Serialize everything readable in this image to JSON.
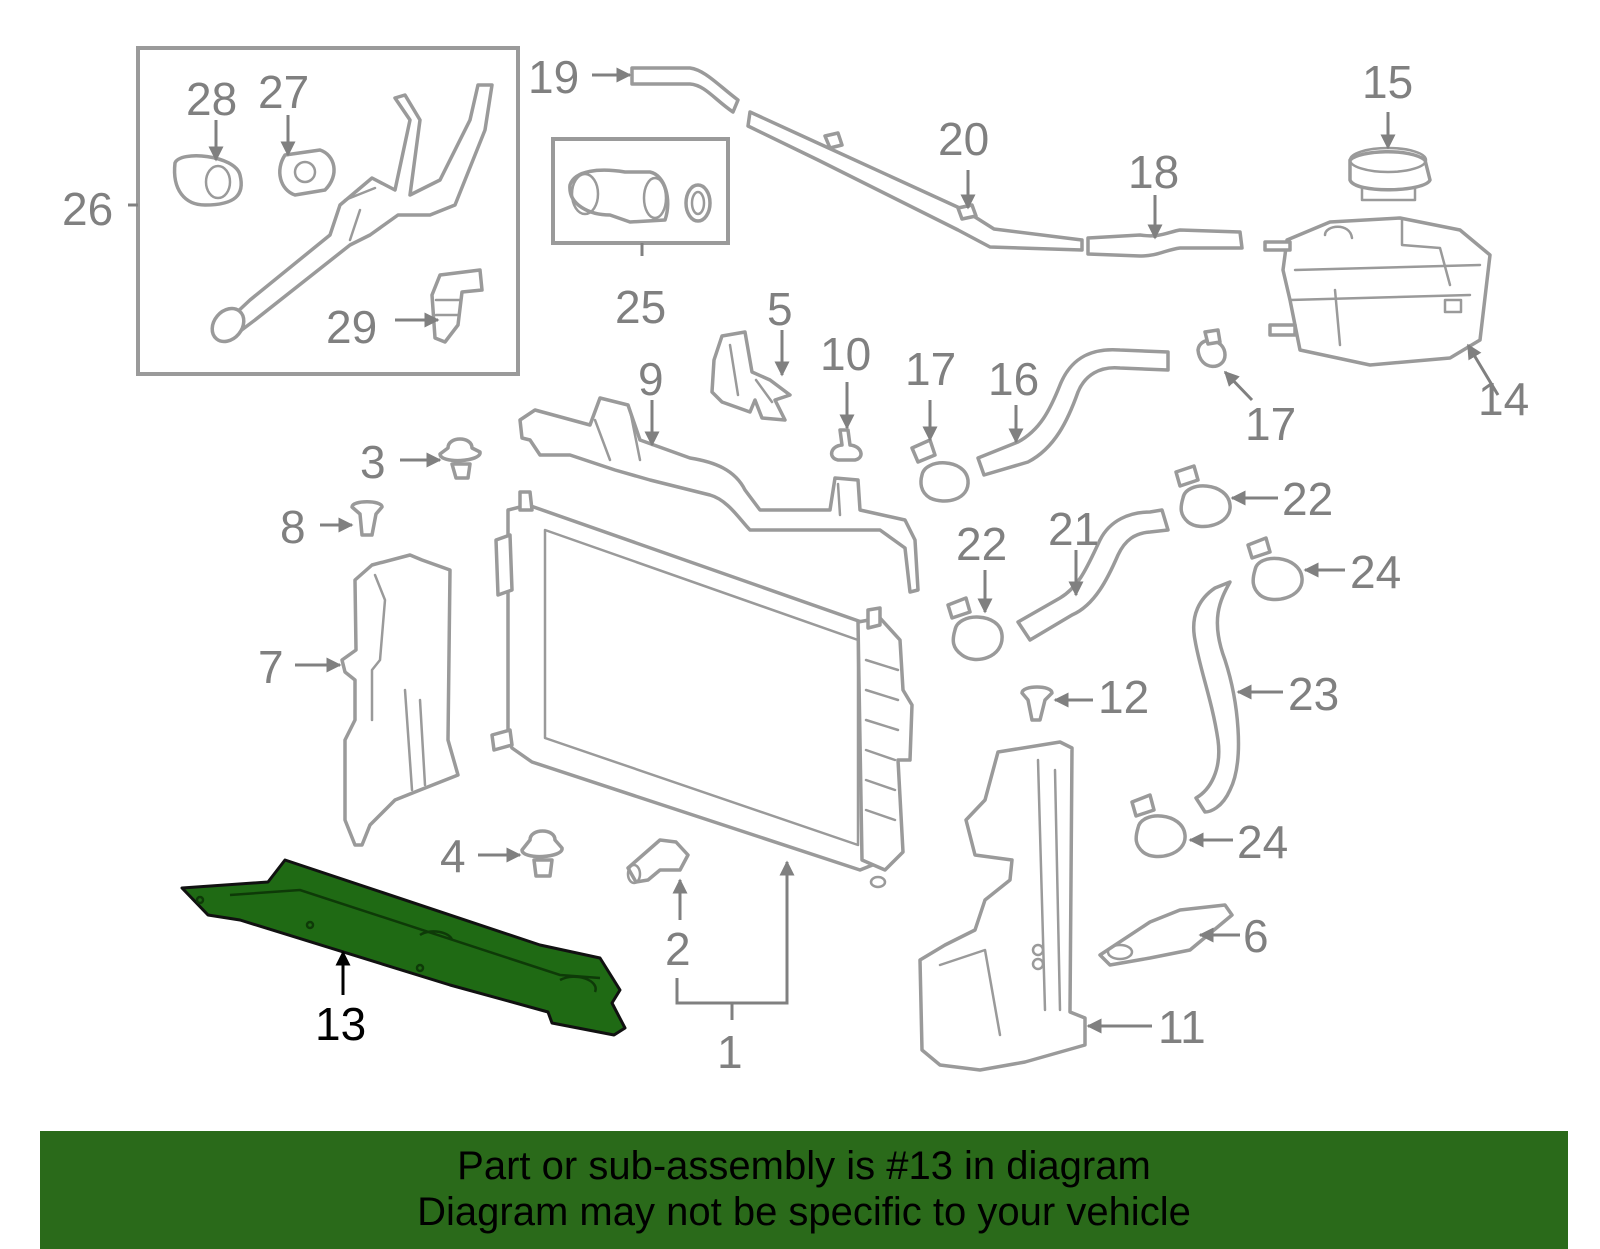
{
  "diagram": {
    "labels": {
      "p1": "1",
      "p2": "2",
      "p3": "3",
      "p4": "4",
      "p5": "5",
      "p6": "6",
      "p7": "7",
      "p8": "8",
      "p9": "9",
      "p10": "10",
      "p11": "11",
      "p12": "12",
      "p13": "13",
      "p14": "14",
      "p15": "15",
      "p16": "16",
      "p17a": "17",
      "p17b": "17",
      "p18": "18",
      "p19": "19",
      "p20": "20",
      "p21": "21",
      "p22a": "22",
      "p22b": "22",
      "p23": "23",
      "p24a": "24",
      "p24b": "24",
      "p25": "25",
      "p26": "26",
      "p27": "27",
      "p28": "28",
      "p29": "29"
    },
    "highlighted_part": "13",
    "colors": {
      "highlight": "#1f6a14",
      "banner": "#2a6a1a",
      "parts": "#9a9a9a"
    }
  },
  "banner": {
    "line1": "Part or sub-assembly is #13 in diagram",
    "line2": "Diagram may not be specific to your vehicle"
  }
}
